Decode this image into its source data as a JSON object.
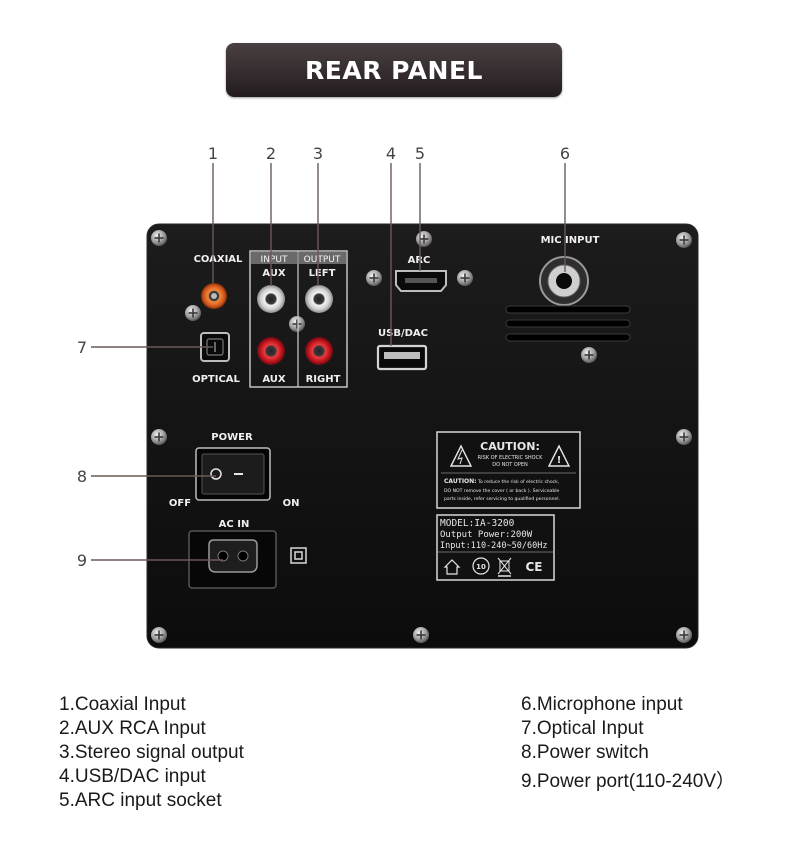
{
  "title": "REAR PANEL",
  "callouts": [
    "1",
    "2",
    "3",
    "4",
    "5",
    "6",
    "7",
    "8",
    "9"
  ],
  "panel_labels": {
    "coaxial": "COAXIAL",
    "optical": "OPTICAL",
    "input": "INPUT",
    "output": "OUTPUT",
    "aux_top": "AUX",
    "left": "LEFT",
    "aux_bottom": "AUX",
    "right": "RIGHT",
    "arc": "ARC",
    "usb_dac": "USB/DAC",
    "mic_input": "MIC INPUT",
    "power": "POWER",
    "off": "OFF",
    "on": "ON",
    "ac_in": "AC IN"
  },
  "caution_label": {
    "heading": "CAUTION:",
    "line1": "RISK OF ELECTRIC SHOCK",
    "line2": "DO NOT OPEN",
    "note_bold": "CAUTION:",
    "note1": "To reduce the risk of electric shock,",
    "note2": "DO NOT remove the cover ( or back ). Serviceable",
    "note3": "parts inside, refer servicing to qualified personnel."
  },
  "spec_label": {
    "model": "MODEL:IA-3200",
    "output_power": "Output Power:200W",
    "input": "Input:110-240~50/60Hz",
    "cert_number": "10"
  },
  "legend": {
    "left": [
      "1.Coaxial Input",
      "2.AUX RCA Input",
      "3.Stereo signal output",
      "4.USB/DAC input",
      "5.ARC input socket"
    ],
    "right": [
      "6.Microphone input",
      "7.Optical Input",
      "8.Power switch",
      "9.Power port(110-240V）"
    ]
  },
  "colors": {
    "title_bar": "#2f2729",
    "panel": "#141414",
    "coaxial_jack": "#e8651e",
    "rca_white": "#e8e8e8",
    "rca_red": "#d0202a"
  }
}
